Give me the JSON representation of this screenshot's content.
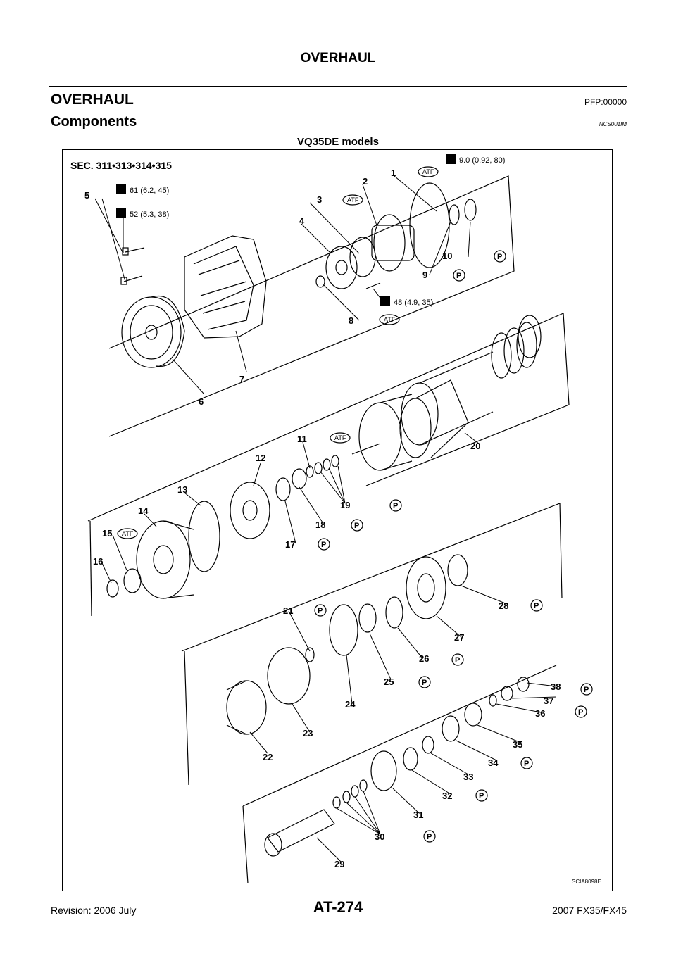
{
  "header": {
    "title": "OVERHAUL"
  },
  "section": {
    "title": "OVERHAUL",
    "code": "PFP:00000"
  },
  "subsection": {
    "title": "Components",
    "code": "NCS001IM"
  },
  "figure": {
    "caption": "VQ35DE models",
    "sec_label": "SEC. 311•313•314•315",
    "ref_code": "SCIA8098E",
    "torques": [
      "9.0 (0.92, 80)",
      "61 (6.2, 45)",
      "52 (5.3, 38)",
      "48 (4.9, 35)"
    ],
    "atf_label": "ATF",
    "p_label": "P",
    "callouts": [
      "1",
      "2",
      "3",
      "4",
      "5",
      "6",
      "7",
      "8",
      "9",
      "10",
      "11",
      "12",
      "13",
      "14",
      "15",
      "16",
      "17",
      "18",
      "19",
      "20",
      "21",
      "22",
      "23",
      "24",
      "25",
      "26",
      "27",
      "28",
      "29",
      "30",
      "31",
      "32",
      "33",
      "34",
      "35",
      "36",
      "37",
      "38"
    ]
  },
  "footer": {
    "page_number": "AT-274",
    "revision": "Revision: 2006 July",
    "model": "2007 FX35/FX45"
  }
}
